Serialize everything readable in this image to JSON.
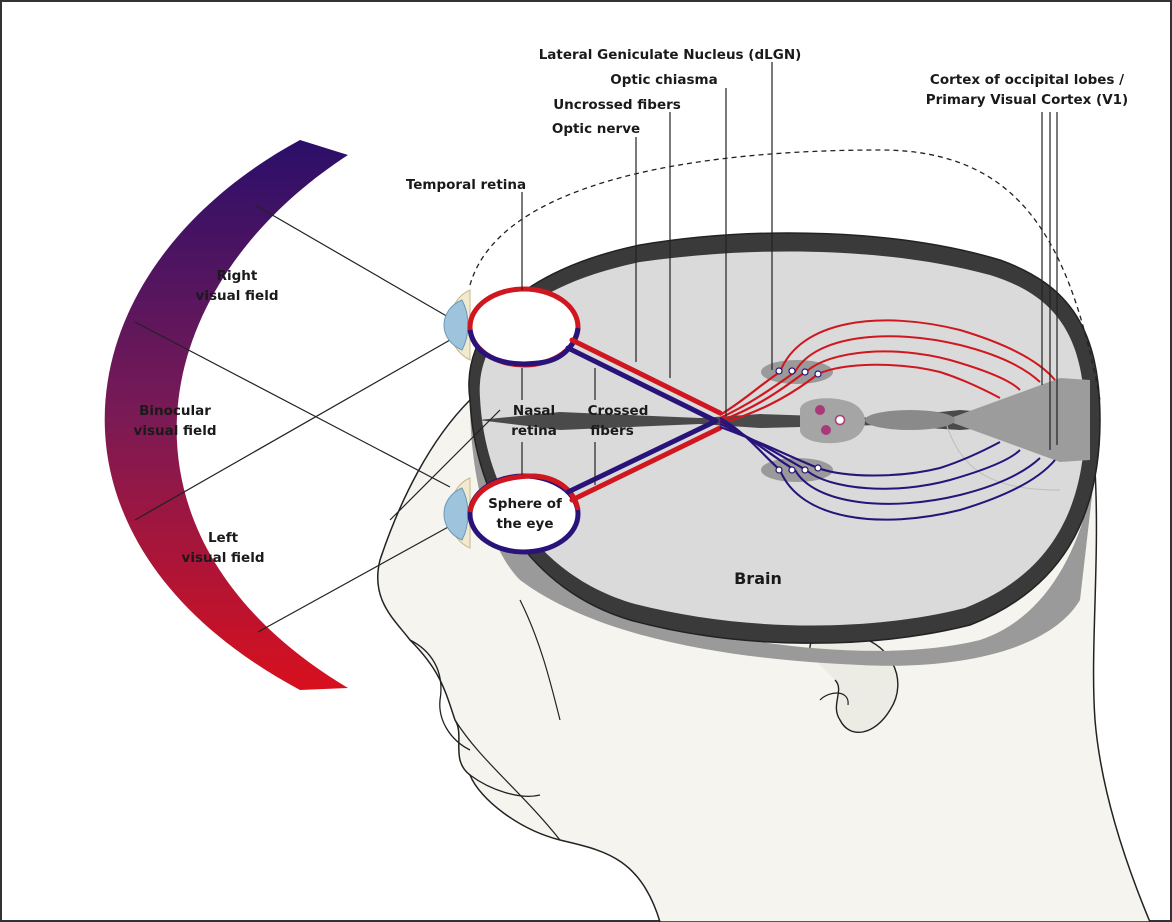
{
  "labels": {
    "lgn": "Lateral Geniculate Nucleus (dLGN)",
    "optic_chiasma": "Optic chiasma",
    "uncrossed_fibers": "Uncrossed fibers",
    "optic_nerve": "Optic nerve",
    "cortex_line1": "Cortex of occipital lobes /",
    "cortex_line2": "Primary Visual Cortex (V1)",
    "temporal_retina": "Temporal retina",
    "right_field_line1": "Right",
    "right_field_line2": "visual field",
    "binocular_line1": "Binocular",
    "binocular_line2": "visual field",
    "left_field_line1": "Left",
    "left_field_line2": "visual field",
    "nasal_line1": "Nasal",
    "nasal_line2": "retina",
    "crossed_line1": "Crossed",
    "crossed_line2": "fibers",
    "sphere_line1": "Sphere of",
    "sphere_line2": "the eye",
    "brain": "Brain"
  },
  "colors": {
    "right_pathway": "#d0171f",
    "left_pathway": "#28137a",
    "field_top": "#2b0f6a",
    "field_bottom": "#d8101e",
    "brain_fill": "#dadada",
    "brain_rim": "#3a3a3a",
    "skin": "#f6f4ee",
    "nucleus": "#a83a7a"
  }
}
